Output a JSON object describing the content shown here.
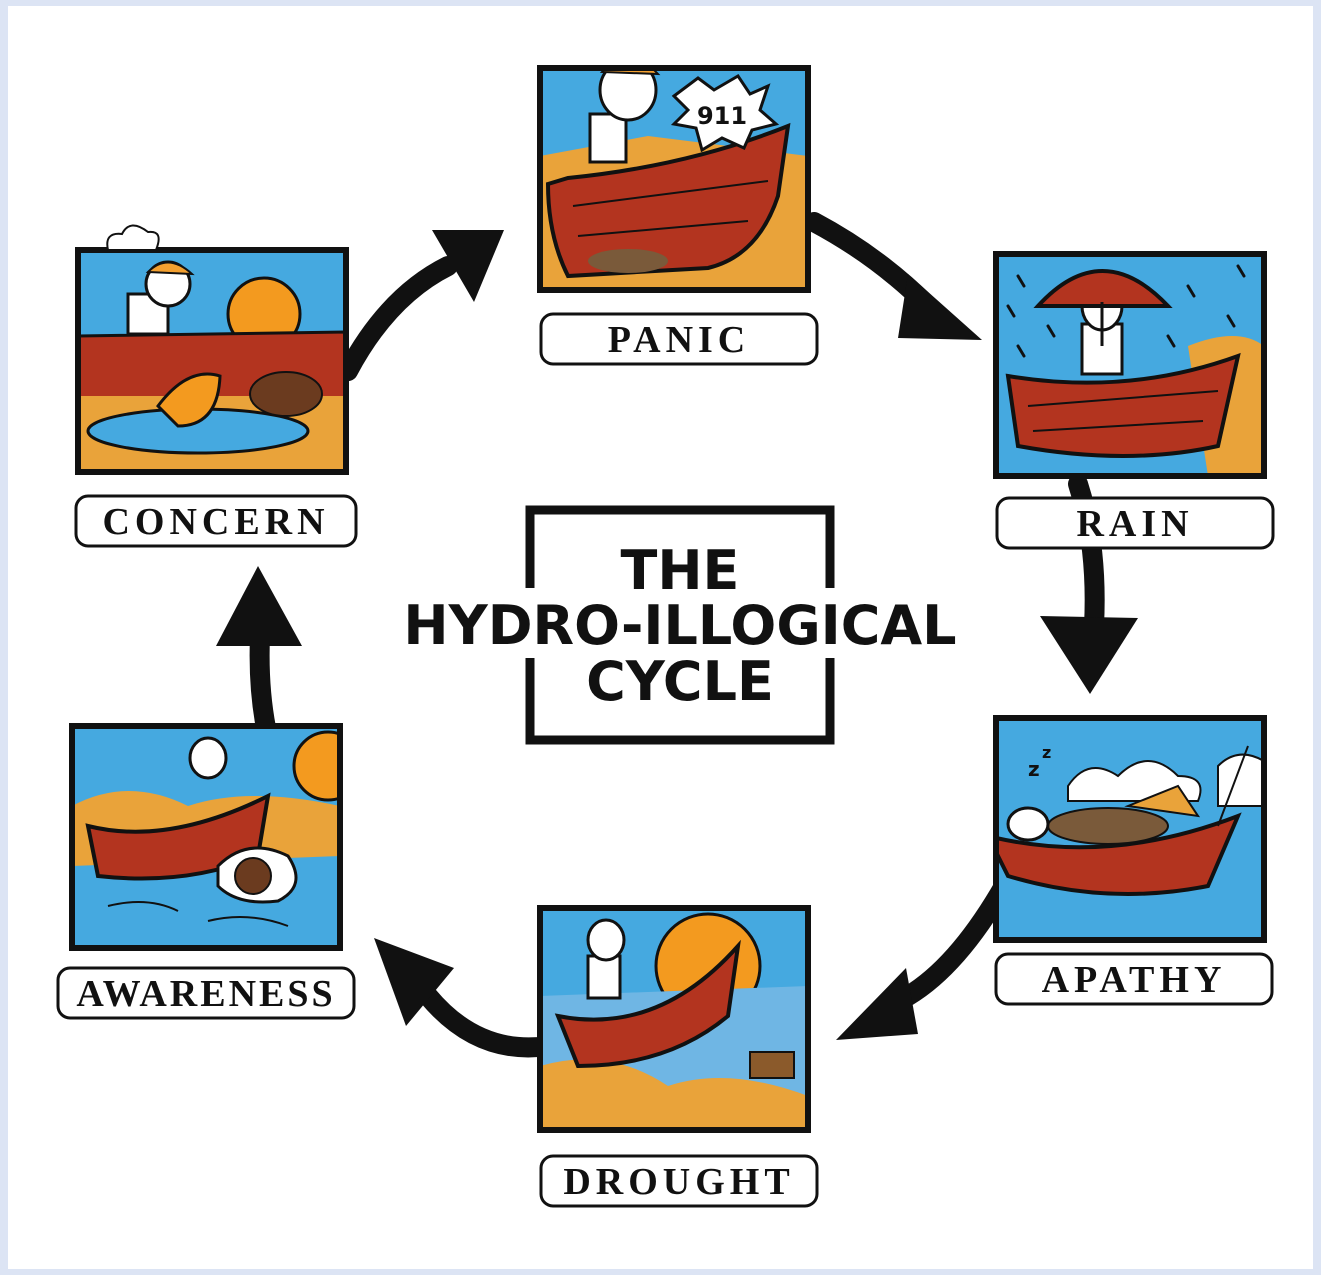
{
  "title": {
    "line1": "THE",
    "line2": "HYDRO-ILLOGICAL",
    "line3": "CYCLE"
  },
  "stages": [
    {
      "id": "panic",
      "label": "PANIC"
    },
    {
      "id": "rain",
      "label": "RAIN"
    },
    {
      "id": "apathy",
      "label": "APATHY"
    },
    {
      "id": "drought",
      "label": "DROUGHT"
    },
    {
      "id": "awareness",
      "label": "AWARENESS"
    },
    {
      "id": "concern",
      "label": "CONCERN"
    }
  ],
  "panic_panel_sign": "911",
  "colors": {
    "sky": "#45a9e0",
    "boat": "#b3341f",
    "sand": "#e9a33a",
    "sun": "#f39a1f",
    "ink": "#111111"
  }
}
